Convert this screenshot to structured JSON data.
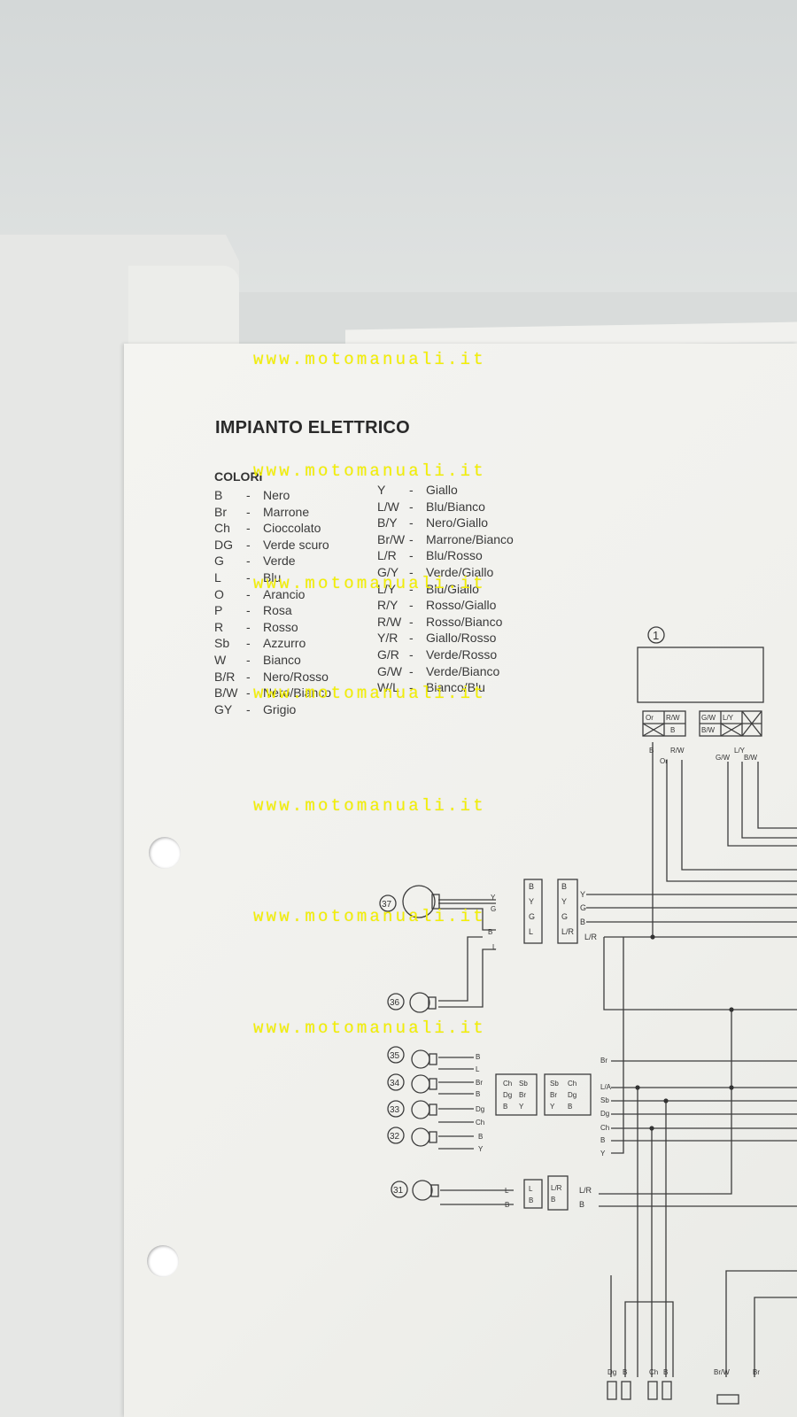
{
  "document": {
    "title": "IMPIANTO ELETTRICO",
    "legend_heading": "COLORI",
    "watermark": "www.motomanuali.it",
    "colors_left": [
      {
        "code": "B",
        "name": "Nero"
      },
      {
        "code": "Br",
        "name": "Marrone"
      },
      {
        "code": "Ch",
        "name": "Cioccolato"
      },
      {
        "code": "DG",
        "name": "Verde scuro"
      },
      {
        "code": "G",
        "name": "Verde"
      },
      {
        "code": "L",
        "name": "Blu"
      },
      {
        "code": "O",
        "name": "Arancio"
      },
      {
        "code": "P",
        "name": "Rosa"
      },
      {
        "code": "R",
        "name": "Rosso"
      },
      {
        "code": "Sb",
        "name": "Azzurro"
      },
      {
        "code": "W",
        "name": "Bianco"
      },
      {
        "code": "B/R",
        "name": "Nero/Rosso"
      },
      {
        "code": "B/W",
        "name": "Nero/Bianco"
      },
      {
        "code": "GY",
        "name": "Grigio"
      }
    ],
    "colors_right": [
      {
        "code": "Y",
        "name": "Giallo"
      },
      {
        "code": "L/W",
        "name": "Blu/Bianco"
      },
      {
        "code": "B/Y",
        "name": "Nero/Giallo"
      },
      {
        "code": "Br/W",
        "name": "Marrone/Bianco"
      },
      {
        "code": "L/R",
        "name": "Blu/Rosso"
      },
      {
        "code": "G/Y",
        "name": "Verde/Giallo"
      },
      {
        "code": "L/Y",
        "name": "Blu/Giallo"
      },
      {
        "code": "R/Y",
        "name": "Rosso/Giallo"
      },
      {
        "code": "R/W",
        "name": "Rosso/Bianco"
      },
      {
        "code": "Y/R",
        "name": "Giallo/Rosso"
      },
      {
        "code": "G/R",
        "name": "Verde/Rosso"
      },
      {
        "code": "G/W",
        "name": "Verde/Bianco"
      },
      {
        "code": "W/L",
        "name": "Bianco/Blu"
      }
    ]
  },
  "diagram": {
    "component_1": "1",
    "connector_1a": [
      "Or",
      "R/W",
      "B"
    ],
    "connector_1b": [
      "G/W",
      "L/Y",
      "B/W"
    ],
    "wires_1": [
      "B",
      "Or",
      "R/W",
      "L/Y",
      "G/W",
      "B/W"
    ],
    "lamps": [
      {
        "num": "37",
        "wires": [
          "Y",
          "G",
          "B",
          "L"
        ]
      },
      {
        "num": "36",
        "wires": []
      },
      {
        "num": "35",
        "wires": [
          "B",
          "L"
        ]
      },
      {
        "num": "34",
        "wires": [
          "Br",
          "B"
        ]
      },
      {
        "num": "33",
        "wires": [
          "Dg",
          "Ch"
        ]
      },
      {
        "num": "32",
        "wires": [
          "B",
          "Y"
        ]
      },
      {
        "num": "31",
        "wires": [
          "L",
          "B"
        ]
      }
    ],
    "conn_37_left": [
      "B",
      "Y",
      "G",
      "L"
    ],
    "conn_37_right": [
      "B",
      "Y",
      "G",
      "L/R"
    ],
    "trunk_labels_top": [
      "Y",
      "G",
      "B",
      "L/R"
    ],
    "conn_mid_left": [
      "Ch",
      "Sb",
      "Dg",
      "Br",
      "B",
      "Y"
    ],
    "conn_mid_right": [
      "Sb",
      "Ch",
      "Br",
      "Dg",
      "Y",
      "B"
    ],
    "trunk_labels_mid": [
      "Br",
      "L/A",
      "Sb",
      "Dg",
      "Ch",
      "B",
      "Y"
    ],
    "conn_31_left": [
      "L",
      "B"
    ],
    "conn_31_right": [
      "L/R",
      "B"
    ],
    "trunk_labels_31": [
      "L/R",
      "B"
    ],
    "bottom_labels": [
      "Dg",
      "B",
      "Ch",
      "B",
      "Br/W",
      "Br"
    ]
  }
}
